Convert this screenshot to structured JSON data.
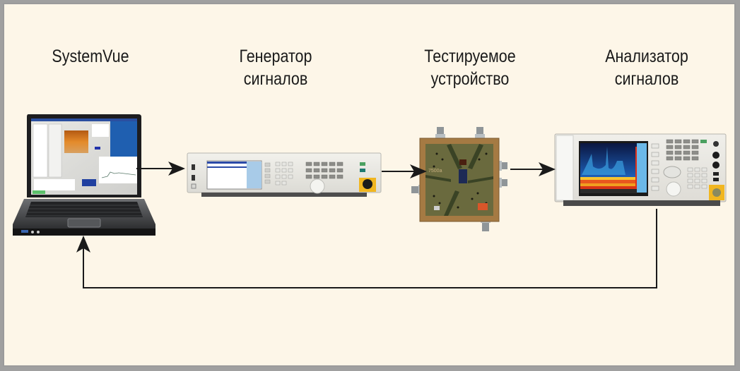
{
  "diagram": {
    "title": "Measurement setup: SystemVue - signal generator - DUT - signal analyzer loop",
    "colors": {
      "background": "#fdf6e8",
      "border": "#9b9b9b",
      "arrow": "#1a1a1a",
      "text": "#1a1a1a"
    },
    "nodes": [
      {
        "id": "systemvue",
        "label_lines": [
          "SystemVue"
        ],
        "device": "laptop-icon"
      },
      {
        "id": "signal-generator",
        "label_lines": [
          "Генератор",
          "сигналов"
        ],
        "device": "signal-generator-icon"
      },
      {
        "id": "dut",
        "label_lines": [
          "Тестируемое",
          "устройство"
        ],
        "device": "dut-board-icon"
      },
      {
        "id": "signal-analyzer",
        "label_lines": [
          "Анализатор",
          "сигналов"
        ],
        "device": "signal-analyzer-icon"
      }
    ],
    "edges": [
      {
        "from": "systemvue",
        "to": "signal-generator"
      },
      {
        "from": "signal-generator",
        "to": "dut"
      },
      {
        "from": "dut",
        "to": "signal-analyzer"
      },
      {
        "from": "signal-analyzer",
        "to": "systemvue",
        "route": "feedback-below"
      }
    ],
    "dut_board_text": "7500a"
  }
}
